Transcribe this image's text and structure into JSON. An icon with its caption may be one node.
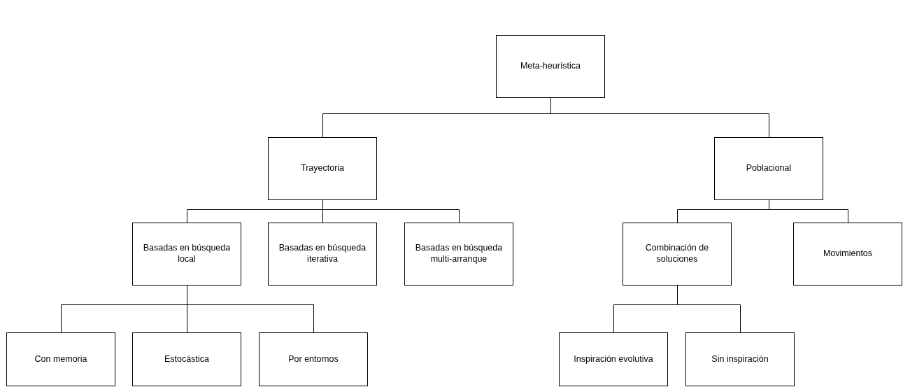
{
  "diagram": {
    "nodes": [
      {
        "text": [
          "Meta-heurística"
        ]
      },
      {
        "text": [
          "Trayectoria"
        ]
      },
      {
        "text": [
          "Poblacional"
        ]
      },
      {
        "text": [
          "Basadas en búsqueda local"
        ]
      },
      {
        "text": [
          "Basadas en búsqueda iterativa"
        ]
      },
      {
        "text": [
          "Basadas en búsqueda multi-arranque"
        ]
      },
      {
        "text": [
          "Combinación de soluciones"
        ]
      },
      {
        "text": [
          "Movimientos"
        ]
      },
      {
        "text": [
          "Con memoria"
        ]
      },
      {
        "text": [
          "Estocástica"
        ]
      },
      {
        "text": [
          "Por entornos"
        ]
      },
      {
        "text": [
          "Inspiración evolutiva"
        ]
      },
      {
        "text": [
          "Sin inspiración"
        ]
      }
    ],
    "edges": [
      {
        "from": 0,
        "to": 1,
        "arrow": "none"
      },
      {
        "from": 0,
        "to": 2,
        "arrow": "none"
      },
      {
        "from": 1,
        "to": 3,
        "arrow": "none"
      },
      {
        "from": 1,
        "to": 4,
        "arrow": "none"
      },
      {
        "from": 1,
        "to": 5,
        "arrow": "none"
      },
      {
        "from": 2,
        "to": 6,
        "arrow": "none"
      },
      {
        "from": 2,
        "to": 7,
        "arrow": "none"
      },
      {
        "from": 3,
        "to": 8,
        "arrow": "none"
      },
      {
        "from": 3,
        "to": 9,
        "arrow": "none"
      },
      {
        "from": 3,
        "to": 10,
        "arrow": "none"
      },
      {
        "from": 6,
        "to": 11,
        "arrow": "none"
      },
      {
        "from": 6,
        "to": 12,
        "arrow": "none"
      }
    ]
  }
}
